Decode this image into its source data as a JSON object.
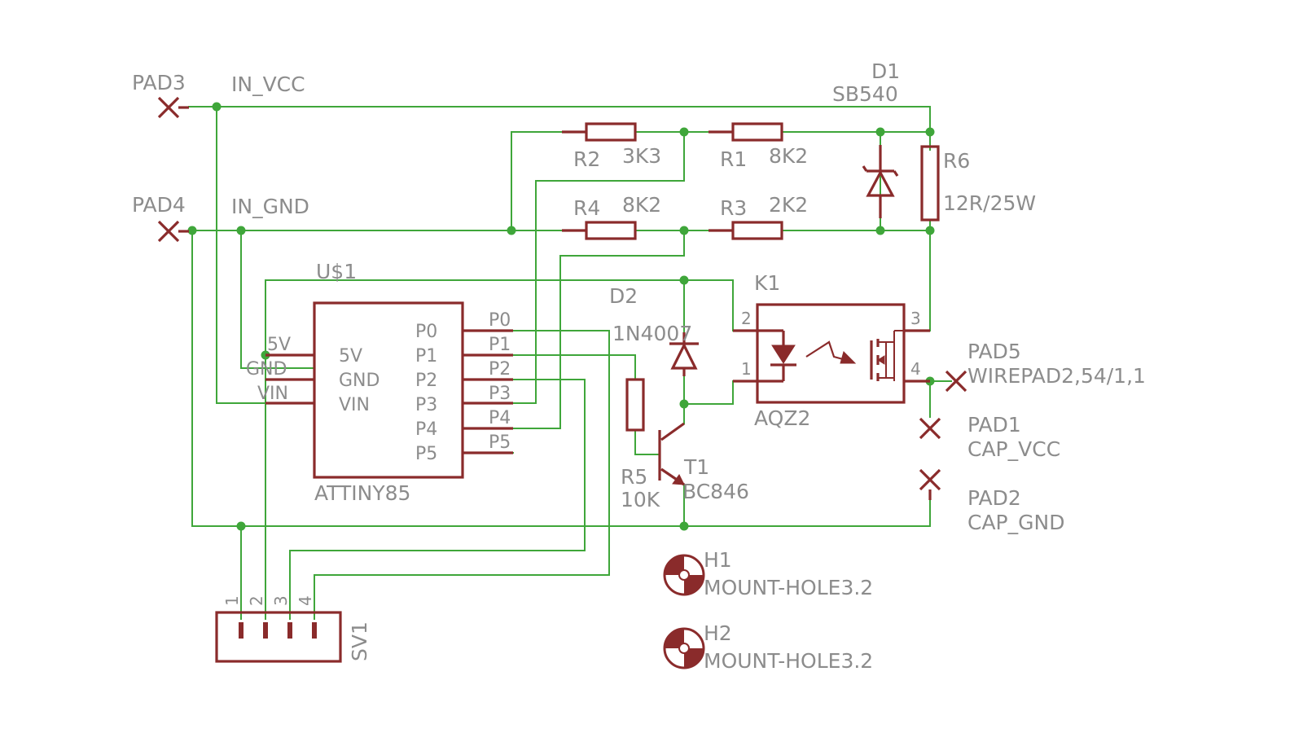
{
  "colors": {
    "wire": "#3fa63a",
    "part": "#8a2b2b",
    "text": "#8c8c8c",
    "background": "#ffffff"
  },
  "labels": {
    "pad3": "PAD3",
    "in_vcc": "IN_VCC",
    "pad4": "PAD4",
    "in_gnd": "IN_GND",
    "d1_name": "D1",
    "d1_value": "SB540",
    "r2_name": "R2",
    "r2_value": "3K3",
    "r1_name": "R1",
    "r1_value": "8K2",
    "r6_name": "R6",
    "r6_value": "12R/25W",
    "r4_name": "R4",
    "r4_value": "8K2",
    "r3_name": "R3",
    "r3_value": "2K2",
    "u1_name": "U$1",
    "u1_value": "ATTINY85",
    "d2_name": "D2",
    "d2_value": "1N4007",
    "k1_name": "K1",
    "k1_value": "AQZ2",
    "r5_name": "R5",
    "r5_value": "10K",
    "t1_name": "T1",
    "t1_value": "BC846",
    "pad5": "PAD5",
    "pad5_value": "WIREPAD2,54/1,1",
    "pad1": "PAD1",
    "pad1_value": "CAP_VCC",
    "pad2": "PAD2",
    "pad2_value": "CAP_GND",
    "h1_name": "H1",
    "h1_value": "MOUNT-HOLE3.2",
    "h2_name": "H2",
    "h2_value": "MOUNT-HOLE3.2",
    "sv1_name": "SV1"
  },
  "ic_pins": {
    "outer_5v": "5V",
    "outer_gnd": "GND",
    "outer_vin": "VIN",
    "inner_5v": "5V",
    "inner_gnd": "GND",
    "inner_vin": "VIN",
    "outer_p0": "P0",
    "outer_p1": "P1",
    "outer_p2": "P2",
    "outer_p3": "P3",
    "outer_p4": "P4",
    "outer_p5": "P5",
    "inner_p0": "P0",
    "inner_p1": "P1",
    "inner_p2": "P2",
    "inner_p3": "P3",
    "inner_p4": "P4",
    "inner_p5": "P5"
  },
  "relay_pins": {
    "p1": "1",
    "p2": "2",
    "p3": "3",
    "p4": "4"
  },
  "sv1_pins": {
    "p1": "1",
    "p2": "2",
    "p3": "3",
    "p4": "4"
  }
}
